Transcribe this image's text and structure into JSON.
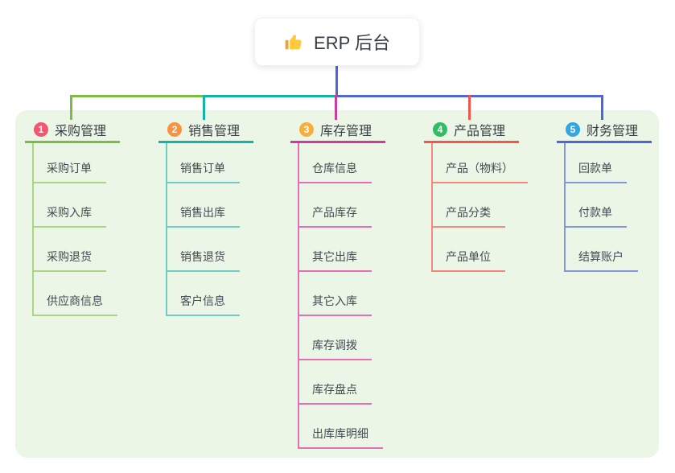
{
  "root": {
    "title": "ERP 后台",
    "icon": "thumbs-up"
  },
  "colors": {
    "page_bg": "#ffffff",
    "panel_bg": "#ECF6E7",
    "root_line": "#5065D8",
    "title_text": "#3A3F46",
    "child_text": "#454B52"
  },
  "branches": [
    {
      "index": "1",
      "label": "采购管理",
      "badge_color": "#F25670",
      "line_color": "#7CBB44",
      "child_line_color": "#A9D587",
      "children": [
        "采购订单",
        "采购入库",
        "采购退货",
        "供应商信息"
      ]
    },
    {
      "index": "2",
      "label": "销售管理",
      "badge_color": "#F8923E",
      "line_color": "#13B2AB",
      "child_line_color": "#6FCDC5",
      "children": [
        "销售订单",
        "销售出库",
        "销售退货",
        "客户信息"
      ]
    },
    {
      "index": "3",
      "label": "库存管理",
      "badge_color": "#F9AE3C",
      "line_color": "#CB3D9D",
      "child_line_color": "#E36FB9",
      "children": [
        "仓库信息",
        "产品库存",
        "其它出库",
        "其它入库",
        "库存调拨",
        "库存盘点",
        "出库库明细"
      ]
    },
    {
      "index": "4",
      "label": "产品管理",
      "badge_color": "#2FBE62",
      "line_color": "#F2564E",
      "child_line_color": "#F4887F",
      "children": [
        "产品（物料）",
        "产品分类",
        "产品单位"
      ]
    },
    {
      "index": "5",
      "label": "财务管理",
      "badge_color": "#2EA7E2",
      "line_color": "#4D66D8",
      "child_line_color": "#8396DE",
      "children": [
        "回款单",
        "付款单",
        "结算账户"
      ]
    }
  ]
}
